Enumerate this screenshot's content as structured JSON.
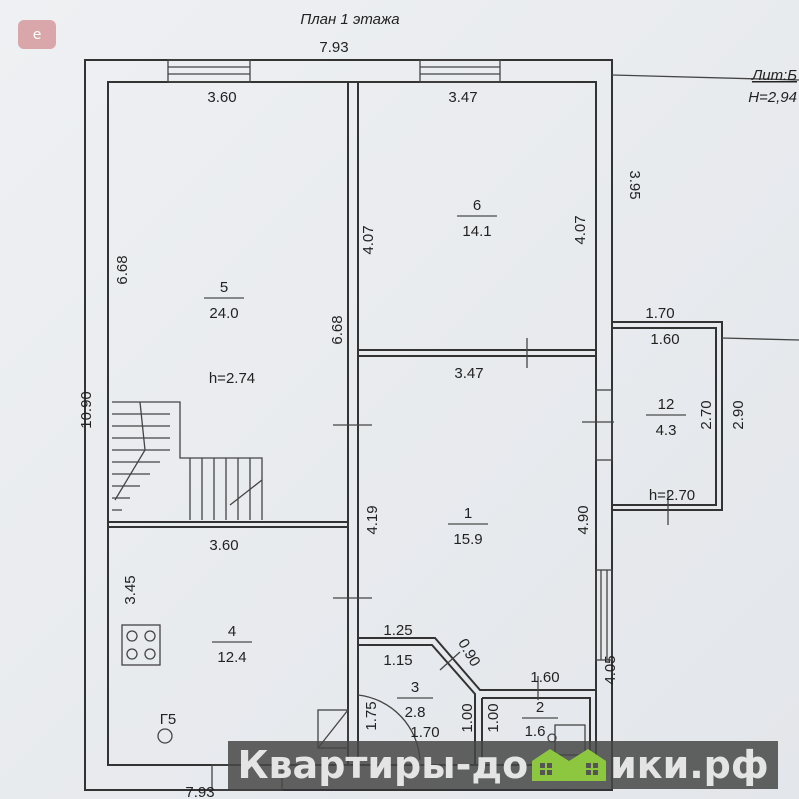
{
  "title": "План 1 этажа",
  "lit": "Лит:Б",
  "height": "H=2,94",
  "dims": {
    "total_top": "7.93",
    "total_bottom": "7.93",
    "total_left": "10.90",
    "r5_top": "3.60",
    "r6_top": "3.47",
    "right_upper": "3.95",
    "r5_left": "6.68",
    "mid_wall": "6.68",
    "r6_left": "4.07",
    "r6_right": "4.07",
    "r6_bottom": "3.47",
    "annex_outer": "1.70",
    "annex_inner": "1.60",
    "annex_h_inner": "2.70",
    "annex_h_outer": "2.90",
    "r1_left": "4.19",
    "r1_right": "4.90",
    "r4_top": "3.60",
    "r4_left": "3.45",
    "r3_outer": "1.25",
    "r3_inner": "1.15",
    "r3_diag": "0.90",
    "r2_top": "1.60",
    "right_lower": "4.05",
    "r3_left": "1.75",
    "r3_right": "1.00",
    "r2_left": "1.00",
    "r3_bottom": "1.70"
  },
  "rooms": [
    {
      "no": "5",
      "area": "24.0"
    },
    {
      "no": "6",
      "area": "14.1"
    },
    {
      "no": "1",
      "area": "15.9"
    },
    {
      "no": "12",
      "area": "4.3"
    },
    {
      "no": "4",
      "area": "12.4"
    },
    {
      "no": "3",
      "area": "2.8"
    },
    {
      "no": "2",
      "area": "1.6"
    }
  ],
  "heights": {
    "r5": "h=2.74",
    "r12": "h=2.70"
  },
  "boiler": "Г5",
  "watermark": {
    "left": "Квартиры-до",
    "right": "ики.рф",
    "full": "Квартиры-домики.рф",
    "logo_color": "#8dc63f"
  },
  "badge_icon": "e"
}
